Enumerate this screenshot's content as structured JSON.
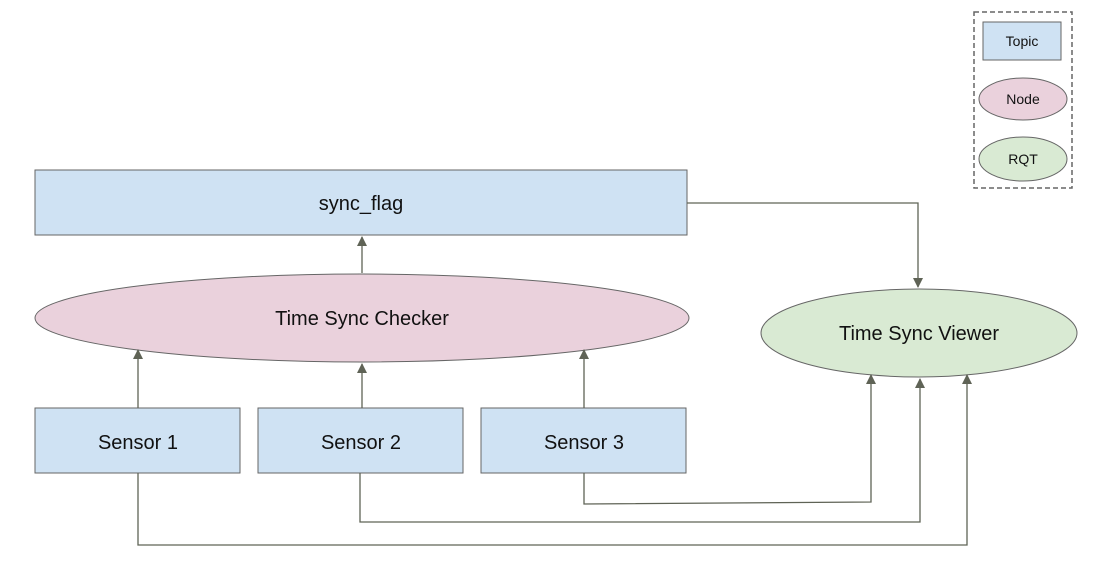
{
  "legend": {
    "items": [
      {
        "label": "Topic",
        "shape": "rect"
      },
      {
        "label": "Node",
        "shape": "ellipse"
      },
      {
        "label": "RQT",
        "shape": "ellipse"
      }
    ]
  },
  "topics": {
    "sync_flag": "sync_flag",
    "sensor_1": "Sensor 1",
    "sensor_2": "Sensor 2",
    "sensor_3": "Sensor 3"
  },
  "nodes": {
    "checker": "Time Sync Checker"
  },
  "rqt": {
    "viewer": "Time Sync Viewer"
  },
  "colors": {
    "topic_fill": "#cfe2f3",
    "node_fill": "#ead1dc",
    "rqt_fill": "#d9ead3",
    "stroke": "#666666",
    "edge": "#5f6356"
  }
}
